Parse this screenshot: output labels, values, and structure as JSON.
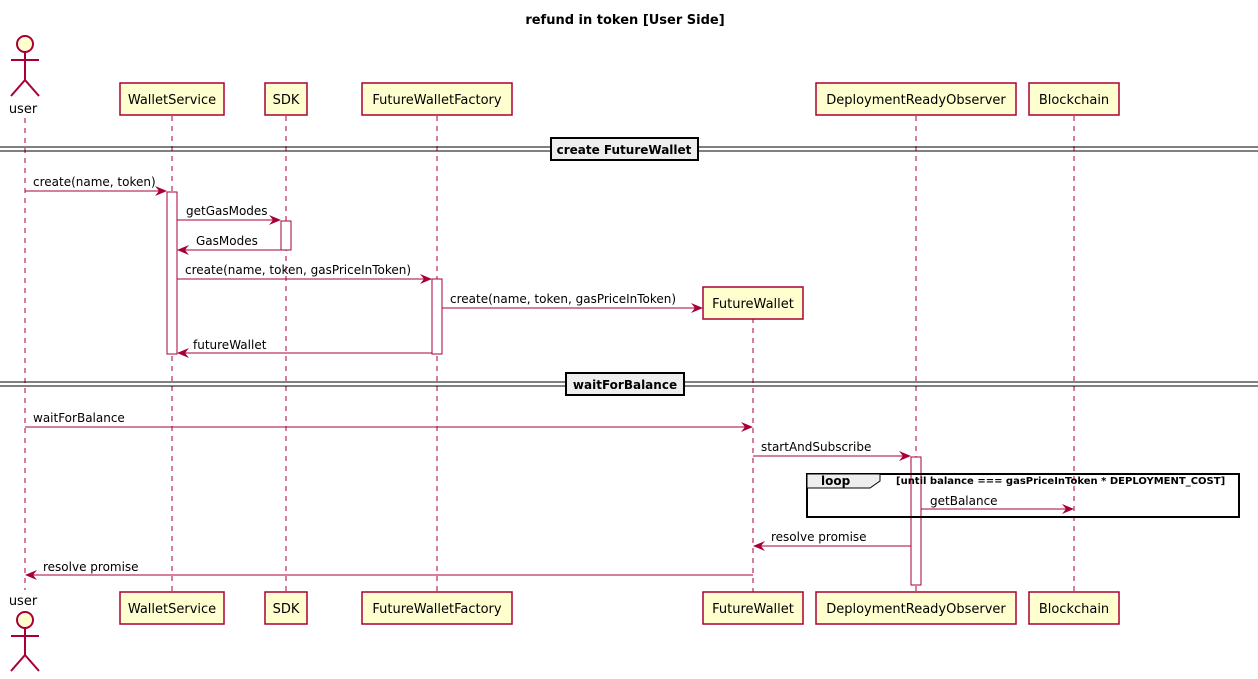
{
  "title": "refund in token [User Side]",
  "participants": [
    {
      "id": "user",
      "label": "user",
      "kind": "actor"
    },
    {
      "id": "walletservice",
      "label": "WalletService",
      "kind": "participant"
    },
    {
      "id": "sdk",
      "label": "SDK",
      "kind": "participant"
    },
    {
      "id": "futurewalletfactory",
      "label": "FutureWalletFactory",
      "kind": "participant"
    },
    {
      "id": "futurewallet",
      "label": "FutureWallet",
      "kind": "participant"
    },
    {
      "id": "deploymentreadyobserver",
      "label": "DeploymentReadyObserver",
      "kind": "participant"
    },
    {
      "id": "blockchain",
      "label": "Blockchain",
      "kind": "participant"
    }
  ],
  "sections": [
    {
      "label": "create FutureWallet"
    },
    {
      "label": "waitForBalance"
    }
  ],
  "messages": [
    {
      "from": "user",
      "to": "walletservice",
      "label": "create(name, token)"
    },
    {
      "from": "walletservice",
      "to": "sdk",
      "label": "getGasModes"
    },
    {
      "from": "sdk",
      "to": "walletservice",
      "label": "GasModes"
    },
    {
      "from": "walletservice",
      "to": "futurewalletfactory",
      "label": "create(name, token, gasPriceInToken)"
    },
    {
      "from": "futurewalletfactory",
      "to": "futurewallet",
      "label": "create(name, token, gasPriceInToken)"
    },
    {
      "from": "futurewalletfactory",
      "to": "walletservice",
      "label": "futureWallet"
    },
    {
      "from": "user",
      "to": "futurewallet",
      "label": "waitForBalance"
    },
    {
      "from": "futurewallet",
      "to": "deploymentreadyobserver",
      "label": "startAndSubscribe"
    },
    {
      "from": "deploymentreadyobserver",
      "to": "blockchain",
      "label": "getBalance"
    },
    {
      "from": "deploymentreadyobserver",
      "to": "futurewallet",
      "label": "resolve promise"
    },
    {
      "from": "futurewallet",
      "to": "user",
      "label": "resolve promise"
    }
  ],
  "loop": {
    "keyword": "loop",
    "condition": "[until balance === gasPriceInToken * DEPLOYMENT_COST]"
  },
  "colors": {
    "border": "#A80036",
    "box_fill": "#FEFECE",
    "section_fill": "#EEEEEE"
  }
}
